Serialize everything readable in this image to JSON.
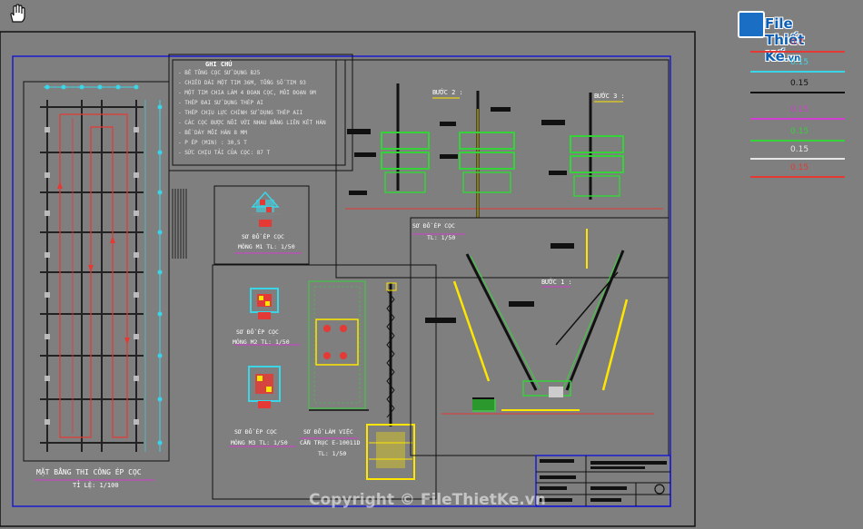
{
  "watermark": {
    "logo_text": "File Thiết Kế",
    "logo_tld": ".vn",
    "copyright": "Copyright © FileThietKe.vn"
  },
  "layers": [
    {
      "value": "0.7",
      "color": "#e53935"
    },
    {
      "value": "0.15",
      "color": "#3ad6e8"
    },
    {
      "value": "0.15",
      "color": "#111111"
    },
    {
      "value": "0.15",
      "color": "#d13fd1"
    },
    {
      "value": "0.15",
      "color": "#36d23a"
    },
    {
      "value": "0.15",
      "color": "#e6e6e6"
    },
    {
      "value": "0.15",
      "color": "#e53935"
    }
  ],
  "notes": {
    "title": "GHI CHÚ",
    "lines": [
      "- BÊ TÔNG CỌC SỬ DỤNG B25",
      "- CHIỀU DÀI MỘT TIM 36M, TỔNG SỐ TIM 93",
      "- MỘT TIM CHIA LÀM 4 ĐOẠN CỌC, MỖI ĐOẠN 9M",
      "- THÉP ĐAI SỬ DỤNG THÉP AI",
      "- THÉP CHỊU LỰC CHÍNH SỬ DỤNG THÉP AII",
      "- CÁC CỌC ĐƯỢC NỐI VỚI NHAU BẰNG LIÊN KẾT HÀN",
      "- BỀ DÀY MỐI HÀN 8 MM",
      "- P ÉP (MIN) : 30,5 T",
      "- SỨC CHỊU TẢI CỦA CỌC: 87 T"
    ]
  },
  "labels": {
    "plan_title": "MẶT BẰNG THI CÔNG ÉP CỌC",
    "plan_scale": "TỈ LỆ: 1/100",
    "m1_line1": "SƠ ĐỒ ÉP CỌC",
    "m1_line2": "MÓNG M1 TL: 1/50",
    "m2_line1": "SƠ ĐỒ ÉP CỌC",
    "m2_line2": "MÓNG M2 TL: 1/50",
    "m3_line1": "SƠ ĐỒ ÉP CỌC",
    "m3_line2": "MÓNG M3 TL: 1/50",
    "crane_line1": "SƠ ĐỒ LÀM VIỆC",
    "crane_line2": "CẦN TRỤC E-10011D",
    "crane_line3": "TL: 1/50",
    "step2": "BƯỚC 2 :",
    "step3": "BƯỚC 3 :",
    "step1": "BƯỚC 1 :",
    "press_line1": "SƠ ĐỒ ÉP CỌC",
    "press_line2": "TL: 1/50"
  }
}
